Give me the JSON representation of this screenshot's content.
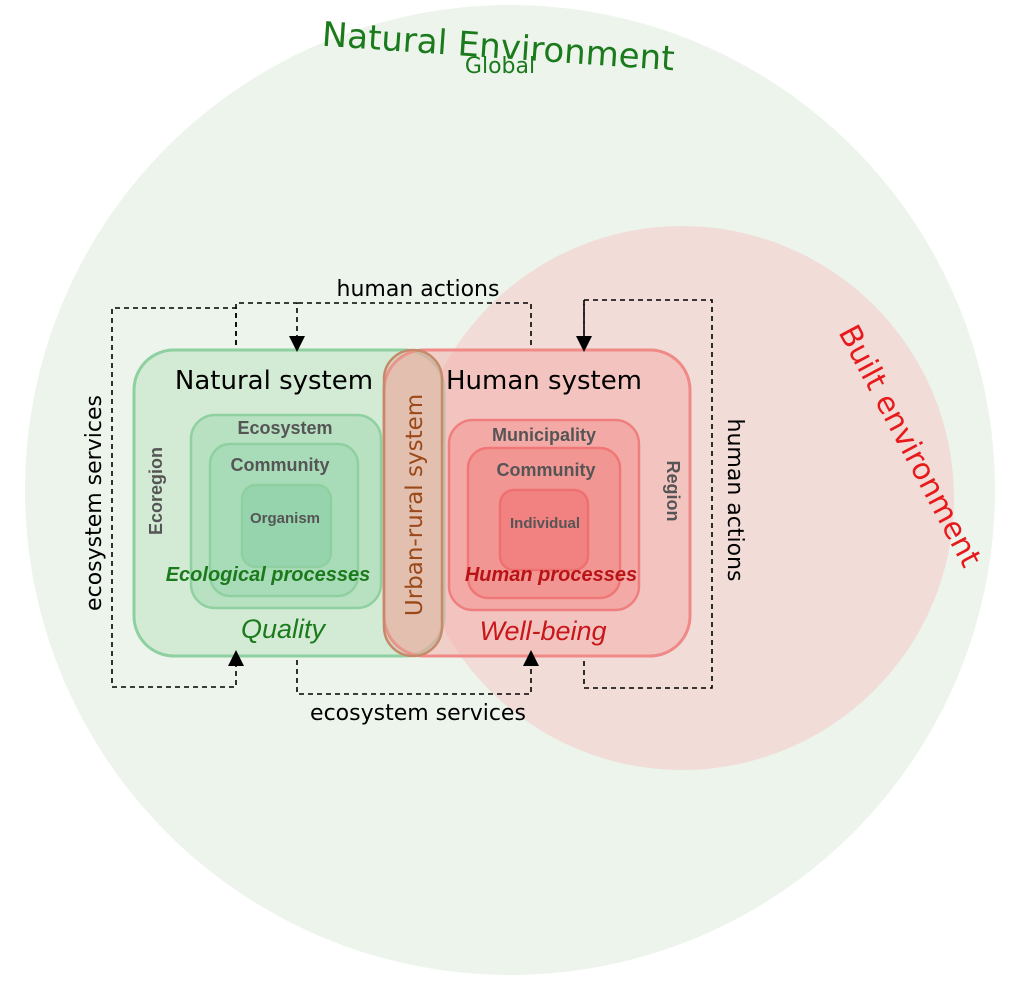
{
  "natural_environment": {
    "title": "Natural Environment",
    "subtitle": "Global",
    "color": "#1b7a1b"
  },
  "built_environment": {
    "title": "Built environment",
    "color": "#e8191b"
  },
  "natural_system": {
    "title": "Natural system",
    "outer_side_label": "Ecoregion",
    "levels": [
      "Ecosystem",
      "Community",
      "Organism"
    ],
    "processes": "Ecological processes",
    "outcome": "Quality"
  },
  "human_system": {
    "title": "Human system",
    "outer_side_label": "Region",
    "levels": [
      "Municipality",
      "Community",
      "Individual"
    ],
    "processes": "Human processes",
    "outcome": "Well-being"
  },
  "urban_rural": {
    "label": "Urban-rural system"
  },
  "flows": {
    "top": "human actions",
    "bottom": "ecosystem services",
    "left": "ecosystem services",
    "right": "human actions"
  },
  "colors": {
    "green_text": "#1b7a1b",
    "red_text": "#c8161a",
    "gray_text": "#555555",
    "urban_rural_text": "#9a4a1a"
  }
}
